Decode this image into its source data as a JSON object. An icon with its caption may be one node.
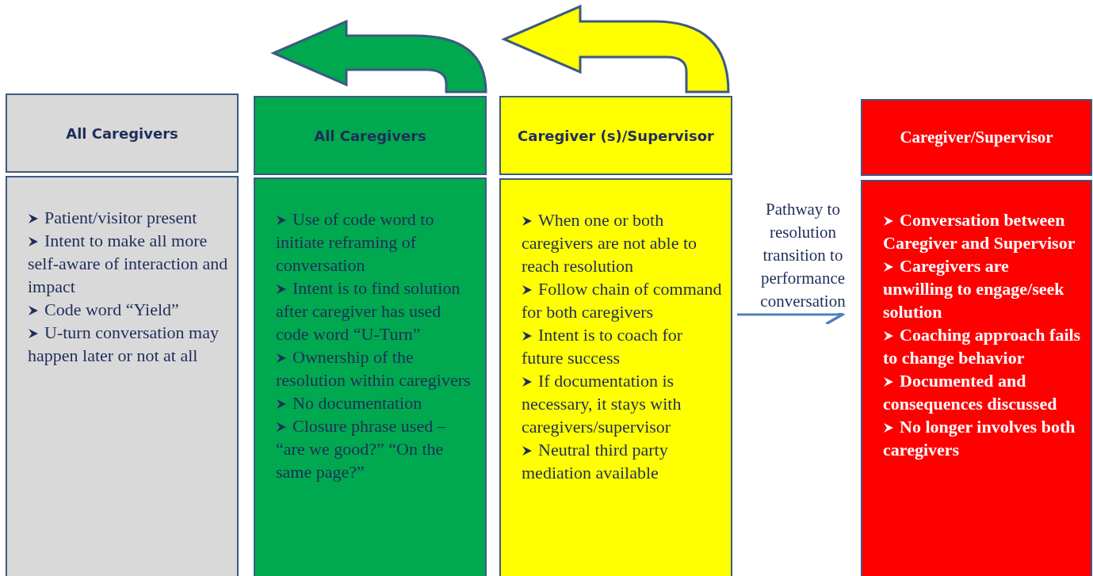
{
  "diagram": {
    "nodes": [
      {
        "text": [
          "All Caregivers"
        ]
      },
      {
        "text": [
          "Patient/visitor present",
          "Intent to make all more self-aware of interaction and impact",
          "Code word “Yield”",
          "U-turn conversation may happen later or not at all"
        ]
      },
      {
        "text": [
          "All Caregivers"
        ]
      },
      {
        "text": [
          "Use of code word to initiate reframing of conversation",
          "Intent is to find solution after caregiver has used code word “U-Turn”",
          "Ownership of the resolution within caregivers",
          "No documentation",
          "Closure phrase used – “are we good?” “On the same page?”"
        ]
      },
      {
        "text": [
          "Caregiver (s)/Supervisor"
        ]
      },
      {
        "text": [
          "When one or both caregivers are not able to reach resolution",
          "Follow chain of command for both caregivers",
          "Intent is to coach for future success",
          "If documentation is necessary, it stays with caregivers/supervisor",
          "Neutral third party mediation available"
        ]
      },
      {
        "text": [
          "Caregiver/Supervisor"
        ]
      },
      {
        "text": [
          "Conversation between Caregiver and Supervisor",
          "Caregivers are unwilling to engage/seek solution",
          "Coaching approach fails to change behavior",
          "Documented and consequences discussed",
          "No longer involves both caregivers"
        ]
      }
    ],
    "edges": [
      {
        "from": 2,
        "to": null,
        "arrow": "to",
        "style": "thick",
        "color": "#00a84f"
      },
      {
        "from": 4,
        "to": null,
        "arrow": "to",
        "style": "thick",
        "color": "#ffff00"
      },
      {
        "from": 5,
        "to": 7,
        "arrow": "to",
        "label": "Pathway to resolution transition to performance conversation",
        "color": "#4f81bd"
      }
    ]
  }
}
